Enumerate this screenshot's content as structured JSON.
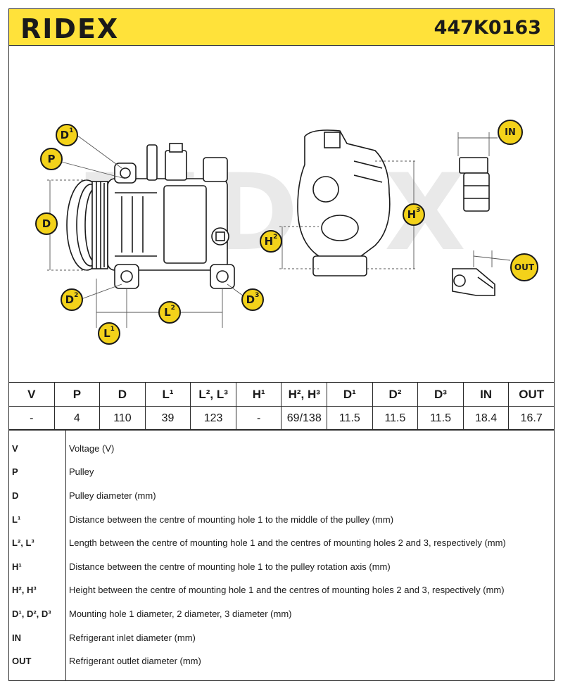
{
  "brand": {
    "logo": "RIDEX",
    "part_number": "447K0163",
    "accent_color": "#ffe23a"
  },
  "callouts": {
    "d1": "D¹",
    "p": "P",
    "d": "D",
    "d2": "D²",
    "l1": "L¹",
    "l2": "L²",
    "d3": "D³",
    "h2": "H²",
    "h3": "H³",
    "in": "IN",
    "out": "OUT"
  },
  "watermark": "RIDEX",
  "spec_table": {
    "headers": [
      "V",
      "P",
      "D",
      "L¹",
      "L², L³",
      "H¹",
      "H², H³",
      "D¹",
      "D²",
      "D³",
      "IN",
      "OUT"
    ],
    "values": [
      "-",
      "4",
      "110",
      "39",
      "123",
      "-",
      "69/138",
      "11.5",
      "11.5",
      "11.5",
      "18.4",
      "16.7"
    ]
  },
  "legend": {
    "keys": [
      "V",
      "P",
      "D",
      "L¹",
      "L², L³",
      "H¹",
      "H², H³",
      "D¹, D², D³",
      "IN",
      "OUT"
    ],
    "descriptions": [
      "Voltage (V)",
      "Pulley",
      "Pulley diameter (mm)",
      "Distance between the centre of mounting hole 1 to the middle of the pulley (mm)",
      "Length between the centre of mounting hole 1 and the centres of mounting holes 2 and 3, respectively (mm)",
      "Distance between the centre of mounting hole 1 to the pulley rotation axis (mm)",
      "Height between the centre of mounting hole 1 and the centres of mounting holes 2 and 3, respectively (mm)",
      "Mounting hole 1 diameter, 2 diameter, 3 diameter (mm)",
      "Refrigerant inlet diameter (mm)",
      "Refrigerant outlet diameter (mm)"
    ]
  }
}
